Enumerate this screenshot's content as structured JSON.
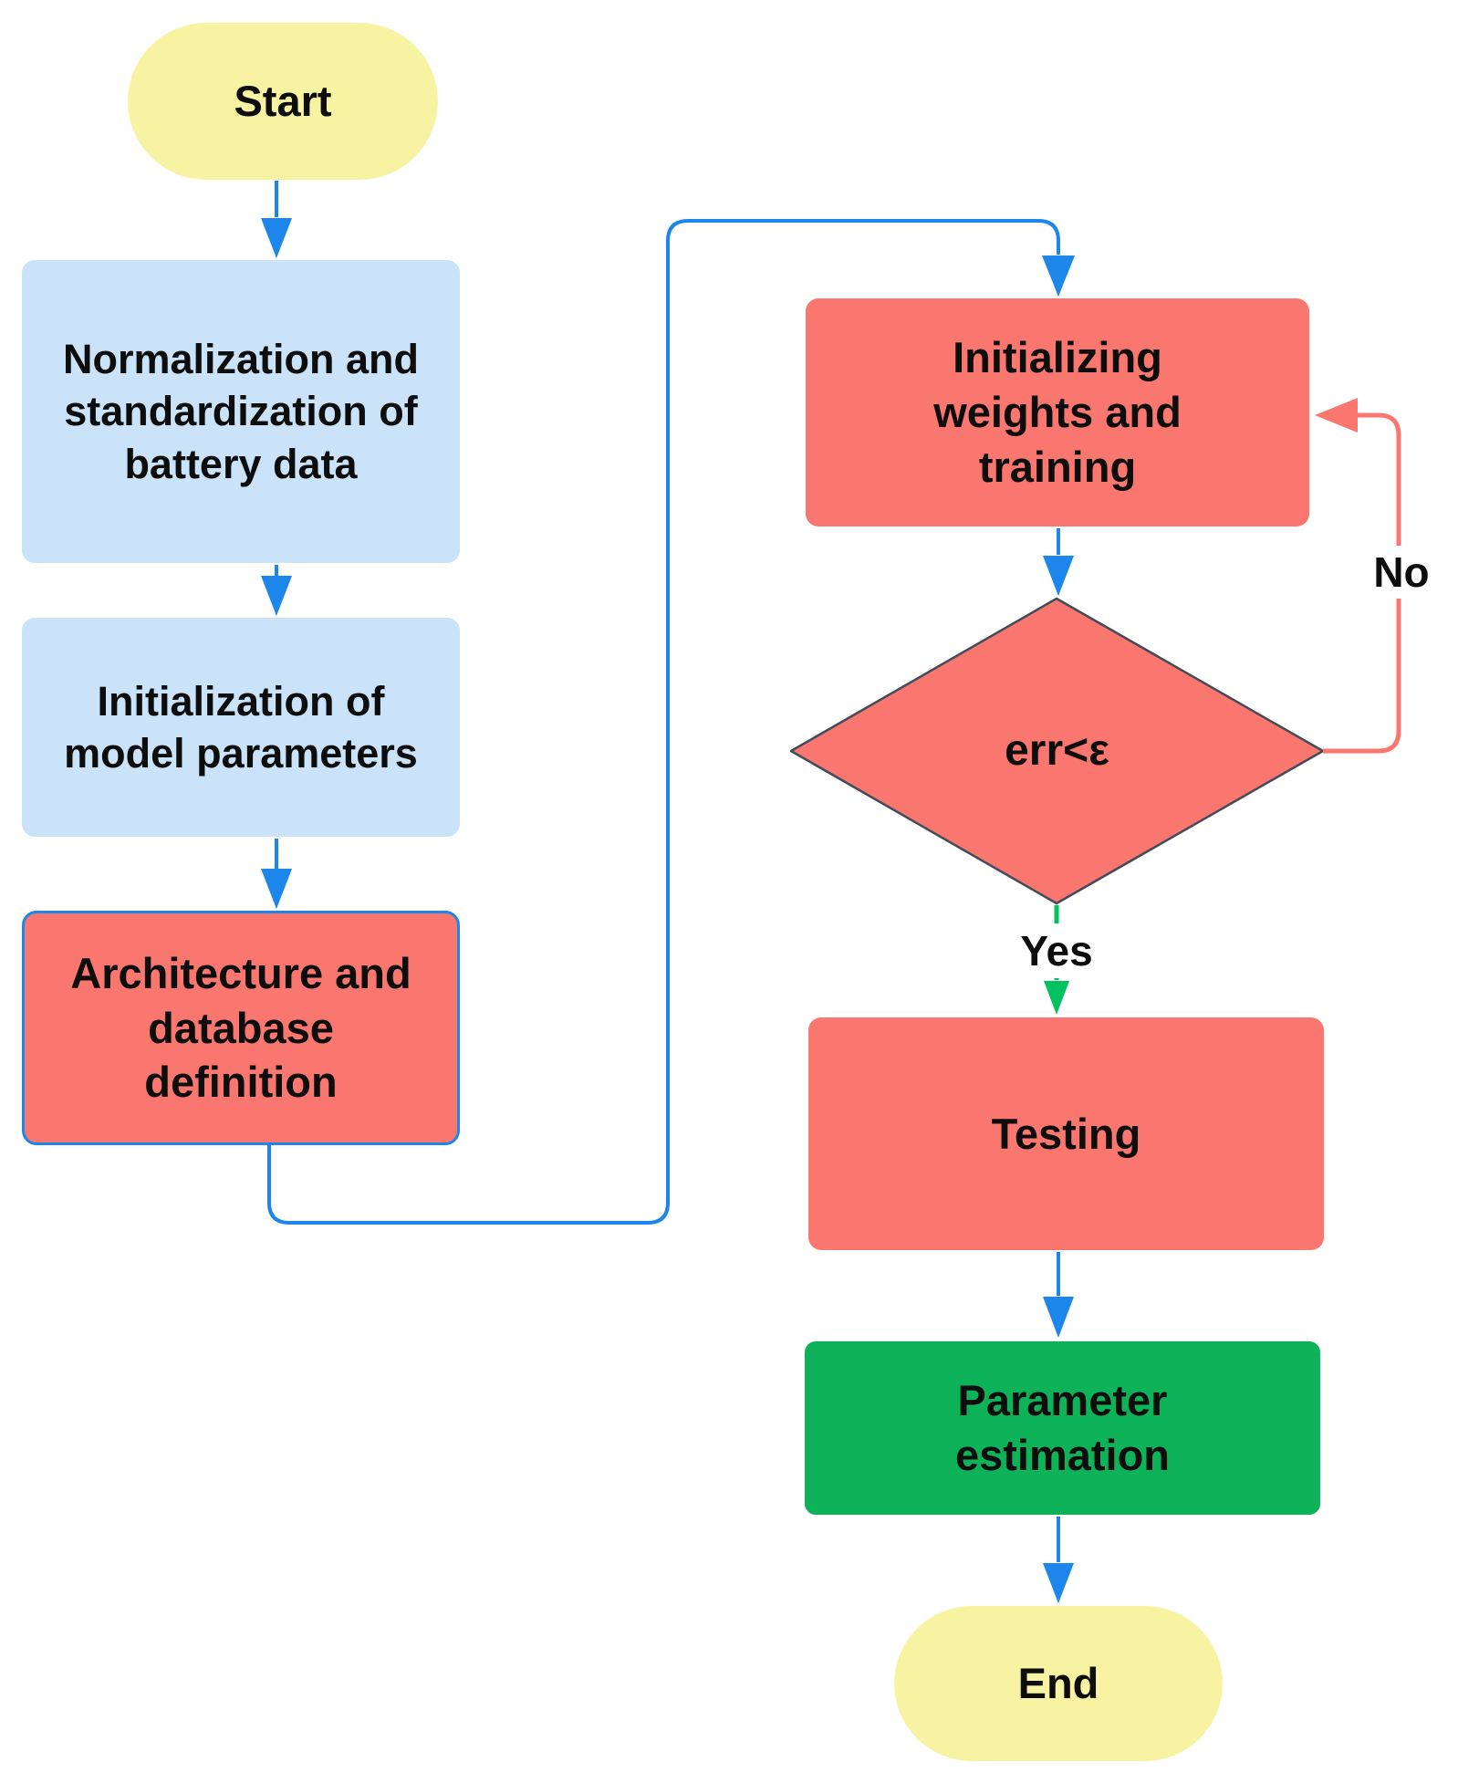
{
  "colors": {
    "background": "#FFFFFF",
    "text": "#0D0D0D",
    "arrow_blue": "#1D86EA",
    "arrow_green": "#00C261",
    "loop_red": "#F9776F",
    "node_yellow": "#F8F3A3",
    "node_lightblue": "#CAE3F8",
    "node_salmon": "#F9776F",
    "node_green": "#0DB259",
    "architecture_border": "#1D86EA",
    "diamond_border": "#444B58"
  },
  "nodes": {
    "start": {
      "label": "Start",
      "shape": "terminator"
    },
    "normalization": {
      "label": "Normalization and\nstandardization of\nbattery data",
      "shape": "process"
    },
    "model_params": {
      "label": "Initialization of\nmodel parameters",
      "shape": "process"
    },
    "architecture": {
      "label": "Architecture and\ndatabase\ndefinition",
      "shape": "process"
    },
    "init_weights": {
      "label": "Initializing\nweights and\ntraining",
      "shape": "process"
    },
    "error_check": {
      "label": "err<ε",
      "shape": "decision"
    },
    "testing": {
      "label": "Testing",
      "shape": "process"
    },
    "parameter_estimation": {
      "label": "Parameter\nestimation",
      "shape": "process"
    },
    "end": {
      "label": "End",
      "shape": "terminator"
    }
  },
  "edge_labels": {
    "yes": "Yes",
    "no": "No"
  }
}
